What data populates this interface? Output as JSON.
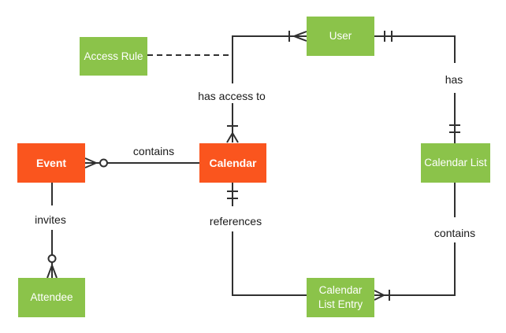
{
  "diagram": {
    "type": "entity-relationship-diagram",
    "notation": "crows-foot",
    "colors": {
      "entity_green": "#8bc34a",
      "entity_orange": "#fa551e",
      "line": "#303030",
      "entity_text": "#ffffff",
      "label_text": "#1a1a1a",
      "background": "#ffffff"
    },
    "entities": [
      {
        "id": "access-rule",
        "label": "Access Rule",
        "color": "green"
      },
      {
        "id": "user",
        "label": "User",
        "color": "green"
      },
      {
        "id": "event",
        "label": "Event",
        "color": "orange"
      },
      {
        "id": "calendar",
        "label": "Calendar",
        "color": "orange"
      },
      {
        "id": "calendar-list",
        "label": "Calendar List",
        "color": "green"
      },
      {
        "id": "attendee",
        "label": "Attendee",
        "color": "green"
      },
      {
        "id": "calendar-list-entry",
        "label": "Calendar List Entry",
        "color": "green"
      }
    ],
    "relationships": [
      {
        "label": "contains",
        "source": "Event",
        "target": "Calendar",
        "marker_at_source": "zero-or-many",
        "marker_at_target": "none",
        "style": "solid"
      },
      {
        "label": "has access to",
        "source": "Calendar",
        "target": "User",
        "marker_at_source": "one-or-many",
        "marker_at_target": "one-or-many",
        "style": "solid"
      },
      {
        "label": "has",
        "source": "User",
        "target": "Calendar List",
        "marker_at_source": "one-and-only-one",
        "marker_at_target": "one-and-only-one",
        "style": "solid"
      },
      {
        "label": "references",
        "source": "Calendar",
        "target": "Calendar List Entry",
        "marker_at_source": "one-and-only-one",
        "marker_at_target": "none",
        "style": "solid"
      },
      {
        "label": "contains",
        "source": "Calendar List",
        "target": "Calendar List Entry",
        "marker_at_source": "none",
        "marker_at_target": "one-or-many",
        "style": "solid"
      },
      {
        "label": "invites",
        "source": "Event",
        "target": "Attendee",
        "marker_at_source": "none",
        "marker_at_target": "zero-or-many",
        "style": "solid"
      },
      {
        "label": "",
        "source": "Access Rule",
        "target": "Calendar-User link",
        "marker_at_source": "none",
        "marker_at_target": "none",
        "style": "dashed"
      }
    ]
  }
}
